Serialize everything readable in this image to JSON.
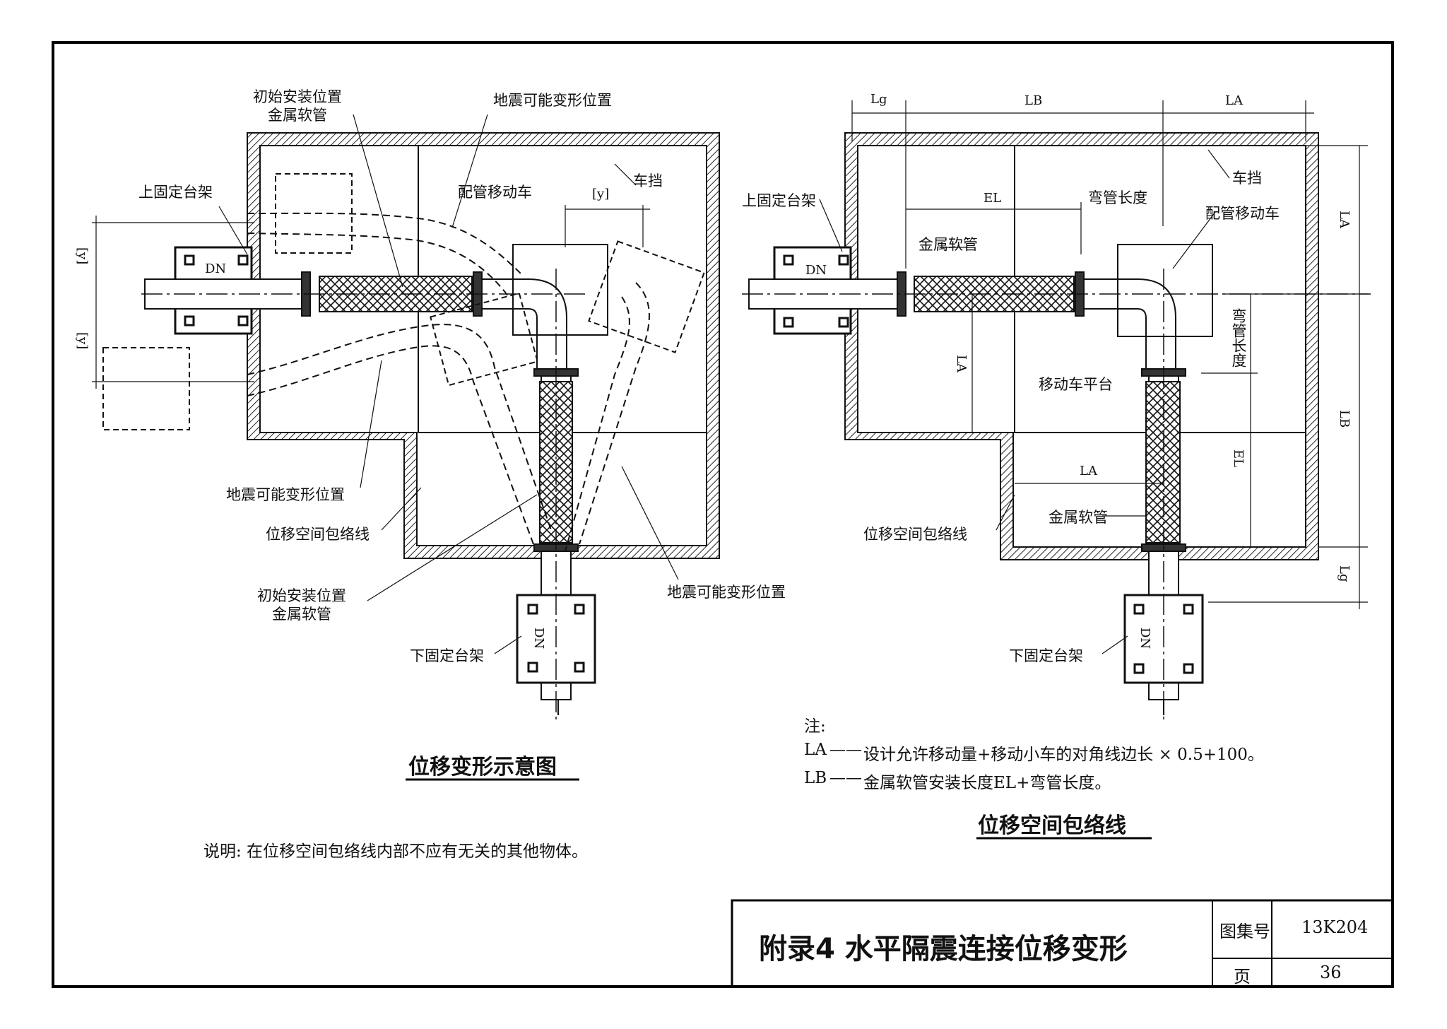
{
  "left_figure": {
    "title": "位移变形示意图",
    "labels": {
      "initial_install_top": "初始安装位置\n金属软管",
      "seismic_top": "地震可能变形位置",
      "upper_mount": "上固定台架",
      "pipe_cart": "配管移动车",
      "stop": "车挡",
      "dn_upper": "DN",
      "dn_lower": "DN",
      "seismic_left": "地震可能变形位置",
      "envelope": "位移空间包络线",
      "initial_install_bottom": "初始安装位置\n金属软管",
      "seismic_bottom_right": "地震可能变形位置",
      "lower_mount": "下固定台架",
      "y_top": "[y]",
      "y_mid": "[y]",
      "y_right": "[y]"
    }
  },
  "right_figure": {
    "title": "位移空间包络线",
    "labels": {
      "upper_mount": "上固定台架",
      "metal_hose_top": "金属软管",
      "bend_length": "弯管长度",
      "stop": "车挡",
      "pipe_cart": "配管移动车",
      "cart_platform": "移动车平台",
      "metal_hose_bottom": "金属软管",
      "envelope": "位移空间包络线",
      "lower_mount": "下固定台架",
      "dn_upper": "DN",
      "dn_lower": "DN",
      "bend_length_v": "弯管长度"
    },
    "dims": {
      "lg_top": "Lg",
      "lb_top": "LB",
      "la_top": "LA",
      "el_top": "EL",
      "la_left": "LA",
      "la_mid": "LA",
      "la_right": "LA",
      "lb_right": "LB",
      "el_right": "EL",
      "lg_right": "Lg"
    }
  },
  "notes": {
    "heading": "注:",
    "la_key": "LA",
    "la_text": "设计允许移动量+移动小车的对角线边长 × 0.5+100。",
    "lb_key": "LB",
    "lb_text": "金属软管安装长度EL+弯管长度。",
    "explanation": "说明: 在位移空间包络线内部不应有无关的其他物体。"
  },
  "title_block": {
    "title": "附录4  水平隔震连接位移变形",
    "atlas_label": "图集号",
    "atlas_value": "13K204",
    "page_label": "页",
    "page_value": "36"
  }
}
